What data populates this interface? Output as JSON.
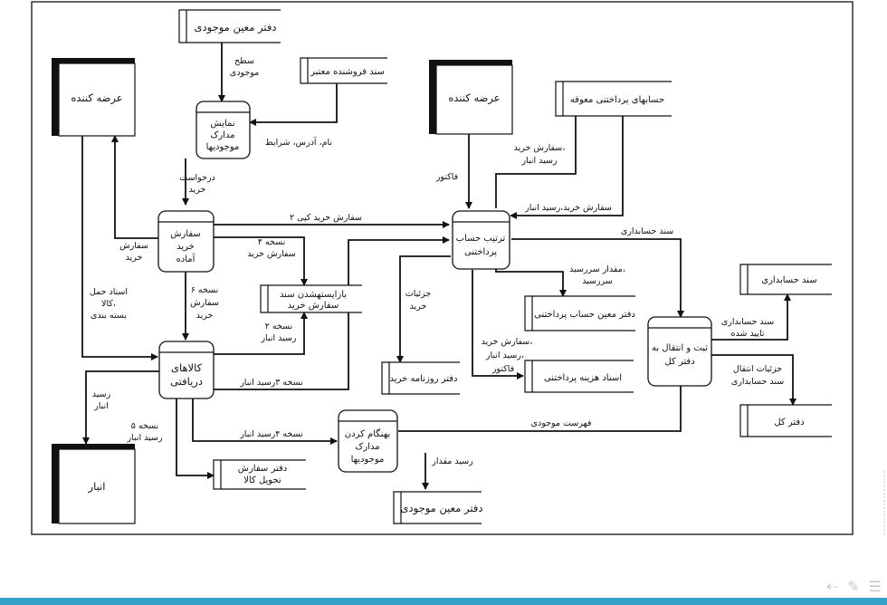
{
  "diagram": {
    "entities": {
      "supplier_left": "عرضه کننده",
      "supplier_right": "عرضه کننده",
      "warehouse": "انبار"
    },
    "processes": {
      "show_inventory_docs": [
        "نمایش",
        "مدارک",
        "موجودیها"
      ],
      "prepare_order": [
        "سفارش",
        "خرید",
        "آماده"
      ],
      "received_goods": [
        "کالاهای",
        "دریافتی"
      ],
      "payment_arrange": [
        "ترتیب حساب",
        "پرداختنی"
      ],
      "update_inventory": [
        "بهنگام کردن",
        "مدارک",
        "موجودیها"
      ],
      "post_ledger": [
        "ثبت و انتقال به",
        "دفتر کل"
      ]
    },
    "stores": {
      "inventory_ledger_top": "دفتر معین موجودی",
      "valid_vendor_doc": "سند فروشنده معتبر",
      "open_order_doc": [
        "بازایستهشدن سند",
        "سفارش خرید"
      ],
      "goods_delivery_book": [
        "دفتر سفارش",
        "تحویل کالا"
      ],
      "inventory_ledger_bottom": "دفتر معین موجودی",
      "purchase_journal": "دفتر روزنامه خرید",
      "accounts_payable_ledger": "دفتر معین حساب پرداختنی",
      "payment_expense_doc": "اسناد هزینه پرداختنی",
      "overdue_payables": "حسابهای پرداختنی معوقه",
      "accounting_doc": "سند حسابداری",
      "general_ledger": "دفتر کل"
    },
    "flows": {
      "stock_level": [
        "سطح",
        "موجودی"
      ],
      "name_address_terms": "نام، آدرس، شرایط",
      "purchase_request": [
        "درخواست",
        "خرید"
      ],
      "purchase_order_to_supplier": [
        "سفارش",
        "خرید"
      ],
      "order_copy2": "سفارش خرید کپی ۲",
      "copy4_order": [
        "نسخه ۴",
        "سفارش خرید"
      ],
      "copy6_order": [
        "نسخه ۶",
        "سفارش",
        "خرید"
      ],
      "copy2_receipt": [
        "نسخه ۲",
        "رسید انبار"
      ],
      "shipping_docs": [
        "اسناد حمل",
        "کالا،",
        "بسته بندی"
      ],
      "copy3_receipt": "نسخه ۳رسید انبار",
      "receipt_to_warehouse": [
        "رسید",
        "انبار"
      ],
      "copy5_receipt": [
        "نسخه ۵",
        "رسید انبار"
      ],
      "copy4_receipt": "نسخه ۴رسید انبار",
      "qty_receipt": "رسید مقدار",
      "inventory_list": "فهرست موجودی",
      "invoice": "فاکتور",
      "order_receipt_a": [
        "سفارش خرید،",
        "رسید انبار"
      ],
      "order_receipt_b": "سفارش خرید،رسید انبار",
      "accounting_doc_flow": "سند حسابداری",
      "purchase_details": [
        "جزئیات",
        "خرید"
      ],
      "amount_due": [
        "مقدار سررسید،",
        "سررسید"
      ],
      "order_receipt_invoice": [
        "سفارش خرید،",
        "رسید انبار،",
        "فاکتور"
      ],
      "approved_doc": [
        "سند حسابداری",
        "تایید شده"
      ],
      "transfer_details": [
        "جزئیات انتقال",
        "سند حسابداری"
      ]
    }
  },
  "ui": {
    "nav_icons": [
      "back-arrow-icon",
      "pencil-icon",
      "menu-icon"
    ],
    "strip_color": "#35a0c8"
  }
}
